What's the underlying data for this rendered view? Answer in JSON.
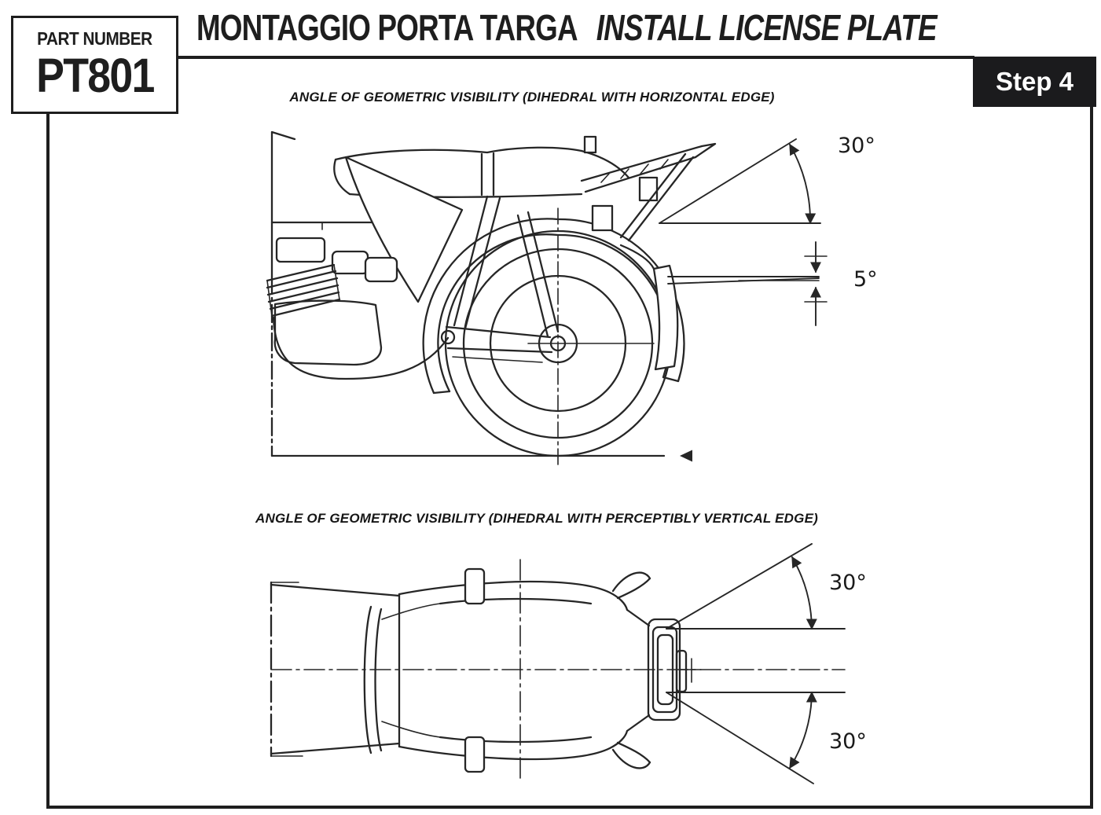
{
  "colors": {
    "ink": "#1e1e1e",
    "background": "#ffffff",
    "badge_background": "#1b1b1d",
    "badge_text": "#ffffff"
  },
  "header": {
    "part_box": {
      "label": "PART NUMBER",
      "value": "PT801"
    },
    "title": {
      "italian": "MONTAGGIO PORTA TARGA",
      "english": "INSTALL LICENSE PLATE"
    },
    "step_badge": "Step 4"
  },
  "diagrams": {
    "side_view": {
      "caption": "ANGLE OF GEOMETRIC VISIBILITY (DIHEDRAL WITH HORIZONTAL EDGE)",
      "upper_angle_label": "30°",
      "lower_angle_label": "5°"
    },
    "top_view": {
      "caption": "ANGLE OF GEOMETRIC VISIBILITY (DIHEDRAL WITH PERCEPTIBLY VERTICAL EDGE)",
      "upper_angle_label": "30°",
      "lower_angle_label": "30°"
    }
  }
}
